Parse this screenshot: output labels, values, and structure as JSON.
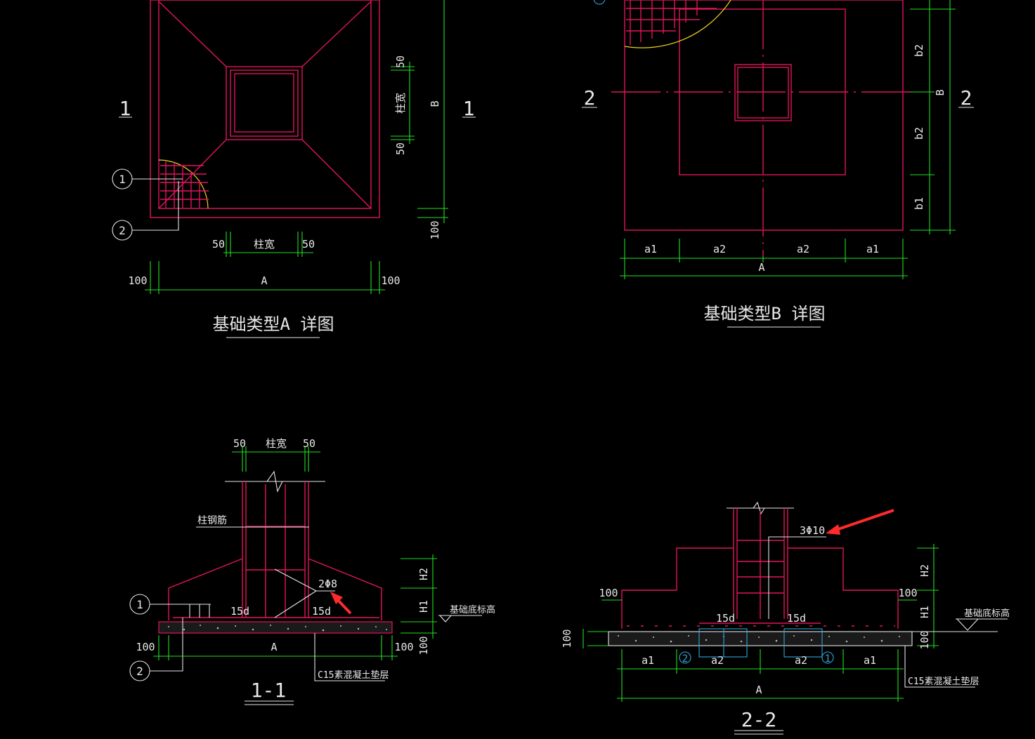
{
  "viewA": {
    "title": "基础类型A 详图",
    "section_mark": "1",
    "dim_50": "50",
    "dim_col_width": "柱宽",
    "dim_100": "100",
    "dim_A": "A",
    "dim_B": "B",
    "callout_1": "1",
    "callout_2": "2"
  },
  "viewB": {
    "title": "基础类型B 详图",
    "section_mark": "2",
    "dim_a1": "a1",
    "dim_a2": "a2",
    "dim_A": "A",
    "dim_b1": "b1",
    "dim_b2": "b2",
    "dim_B": "B"
  },
  "section11": {
    "title": "1-1",
    "dim_50": "50",
    "dim_col_width": "柱宽",
    "label_col_rebar": "柱钢筋",
    "label_stirrup": "2Φ8",
    "label_15d": "15d",
    "dim_100": "100",
    "dim_A": "A",
    "dim_H1": "H1",
    "dim_H2": "H2",
    "label_base_elev": "基础底标高",
    "label_cushion": "C15素混凝土垫层",
    "callout_1": "1",
    "callout_2": "2"
  },
  "section22": {
    "title": "2-2",
    "label_rebar": "3Φ10",
    "label_15d": "15d",
    "dim_100": "100",
    "dim_a1": "a1",
    "dim_a2": "a2",
    "dim_A": "A",
    "dim_H1": "H1",
    "dim_H2": "H2",
    "label_base_elev": "基础底标高",
    "label_cushion": "C15素混凝土垫层",
    "callout_1": "1",
    "callout_2": "2"
  }
}
